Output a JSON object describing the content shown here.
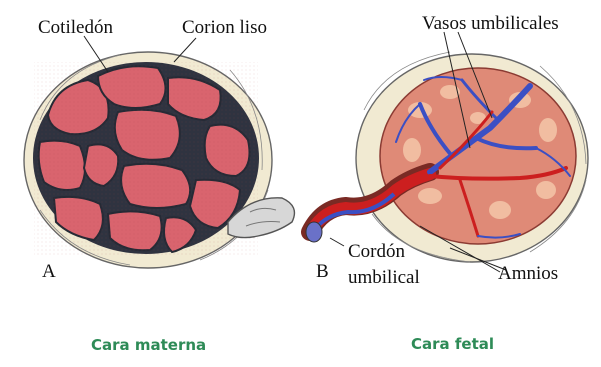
{
  "labels": {
    "cotyledon": "Cotiledón",
    "chorion": "Corion liso",
    "vessels": "Vasos umbilicales",
    "cord_line1": "Cordón",
    "cord_line2": "umbilical",
    "amnion": "Amnios",
    "panel_a": "A",
    "panel_b": "B"
  },
  "captions": {
    "maternal": "Cara materna",
    "fetal": "Cara fetal"
  },
  "colors": {
    "caption": "#2e8b57",
    "lobe": "#d9646e",
    "membrane": "#f1ead2",
    "vessel_blue": "#3b4fc4",
    "vessel_red": "#cc1f1f",
    "fetal_bg": "#df8a77"
  }
}
